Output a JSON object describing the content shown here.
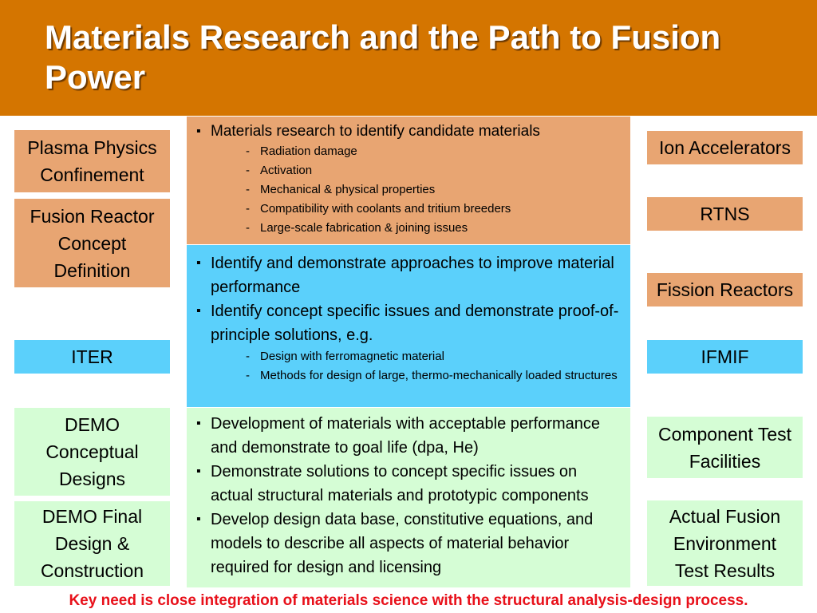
{
  "title": "Materials Research and the Path to Fusion Power",
  "left_boxes": [
    {
      "lines": [
        "Plasma Physics",
        "Confinement"
      ]
    },
    {
      "lines": [
        "Fusion Reactor",
        "Concept",
        "Definition"
      ]
    },
    {
      "lines": [
        "ITER"
      ]
    },
    {
      "lines": [
        "DEMO",
        "Conceptual",
        "Designs"
      ]
    },
    {
      "lines": [
        "DEMO Final",
        "Design &",
        "Construction"
      ]
    }
  ],
  "right_boxes": [
    {
      "lines": [
        "Ion Accelerators"
      ]
    },
    {
      "lines": [
        "RTNS"
      ]
    },
    {
      "lines": [
        "Fission Reactors"
      ]
    },
    {
      "lines": [
        "IFMIF"
      ]
    },
    {
      "lines": [
        "Component Test",
        "Facilities"
      ]
    },
    {
      "lines": [
        "Actual Fusion",
        "Environment",
        "Test Results"
      ]
    }
  ],
  "panel_top": {
    "bullet": "Materials research to identify candidate materials",
    "sub_items": [
      "Radiation damage",
      "Activation",
      "Mechanical & physical properties",
      "Compatibility with coolants and tritium breeders",
      "Large-scale fabrication & joining issues"
    ]
  },
  "panel_middle": {
    "bullets": [
      "Identify and demonstrate approaches to improve material performance",
      "Identify concept specific issues and demonstrate proof-of-principle solutions, e.g."
    ],
    "sub_items": [
      "Design with ferromagnetic material",
      "Methods for design of large, thermo-mechanically loaded structures"
    ]
  },
  "panel_bottom": {
    "bullets": [
      "Development of materials with acceptable performance and demonstrate to goal life (dpa, He)",
      "Demonstrate solutions to concept specific issues on actual structural materials and prototypic components",
      "Develop design data base, constitutive equations, and models to describe all aspects of material behavior required for design and licensing"
    ]
  },
  "footer": "Key need is close integration of materials science with the structural analysis-design process.",
  "colors": {
    "header": "#d47500",
    "orange_box": "#e8a572",
    "blue_box": "#5bd0fb",
    "green_box": "#d5fdd5",
    "footer_text": "#e8101a"
  }
}
